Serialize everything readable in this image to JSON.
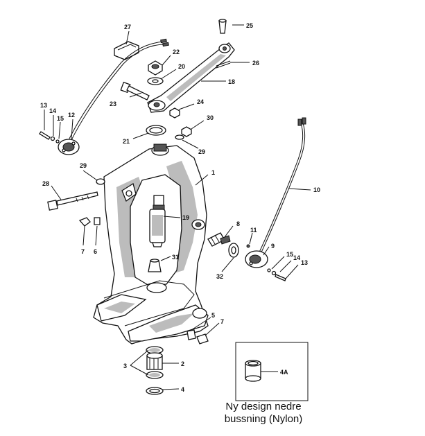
{
  "callouts": [
    "1",
    "2",
    "3",
    "4",
    "4A",
    "5",
    "6",
    "7",
    "7",
    "8",
    "9",
    "10",
    "11",
    "12",
    "13",
    "13",
    "14",
    "14",
    "15",
    "15",
    "18",
    "19",
    "20",
    "21",
    "22",
    "23",
    "24",
    "25",
    "26",
    "27",
    "28",
    "29",
    "29",
    "30",
    "31",
    "32"
  ],
  "caption": {
    "line1": "Ny design nedre",
    "line2": "bussning (Nylon)"
  }
}
